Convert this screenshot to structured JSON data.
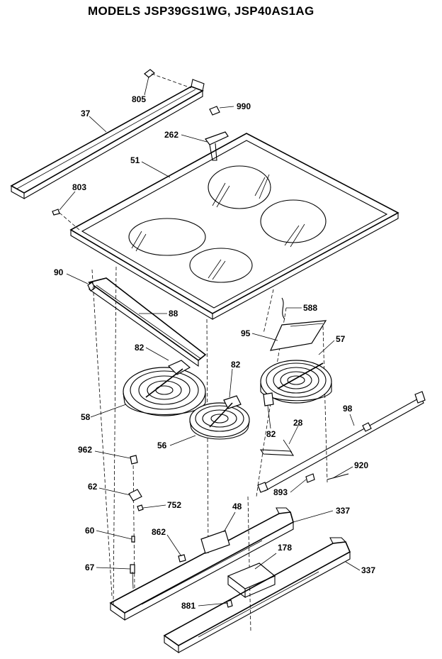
{
  "title": "MODELS JSP39GS1WG, JSP40AS1AG",
  "labels": {
    "p805": "805",
    "p37": "37",
    "p990": "990",
    "p262": "262",
    "p51": "51",
    "p803": "803",
    "p90": "90",
    "p88": "88",
    "p588": "588",
    "p95": "95",
    "p57": "57",
    "p82a": "82",
    "p82b": "82",
    "p82c": "82",
    "p58": "58",
    "p98": "98",
    "p28": "28",
    "p56": "56",
    "p962": "962",
    "p920": "920",
    "p893": "893",
    "p62": "62",
    "p752": "752",
    "p48": "48",
    "p337a": "337",
    "p60": "60",
    "p862": "862",
    "p178": "178",
    "p67": "67",
    "p337b": "337",
    "p881": "881"
  }
}
